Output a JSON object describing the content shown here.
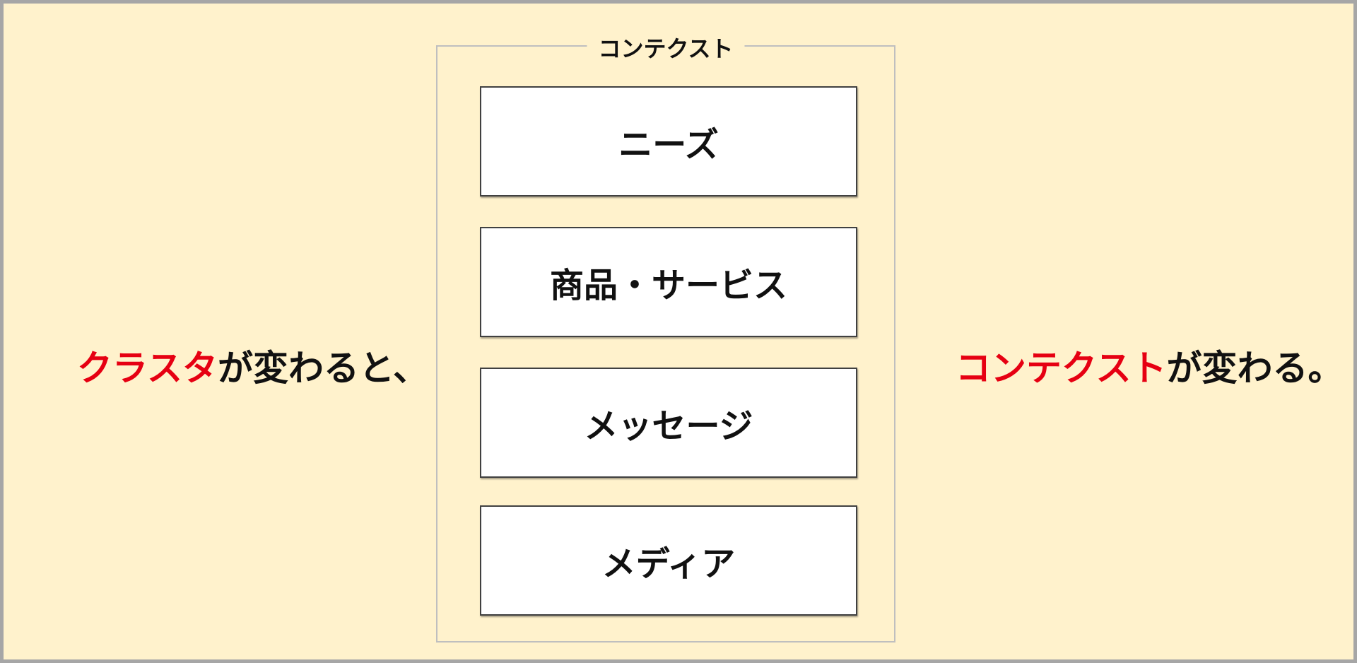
{
  "panel": {
    "title": "コンテクスト"
  },
  "items": [
    {
      "label": "ニーズ"
    },
    {
      "label": "商品・サービス"
    },
    {
      "label": "メッセージ"
    },
    {
      "label": "メディア"
    }
  ],
  "left_text": {
    "highlight": "クラスタ",
    "rest": "が変わると、"
  },
  "right_text": {
    "highlight": "コンテクスト",
    "rest": "が変わる。"
  },
  "colors": {
    "background": "#fff2cc",
    "highlight": "#e60012",
    "border": "#a6a6a6"
  }
}
